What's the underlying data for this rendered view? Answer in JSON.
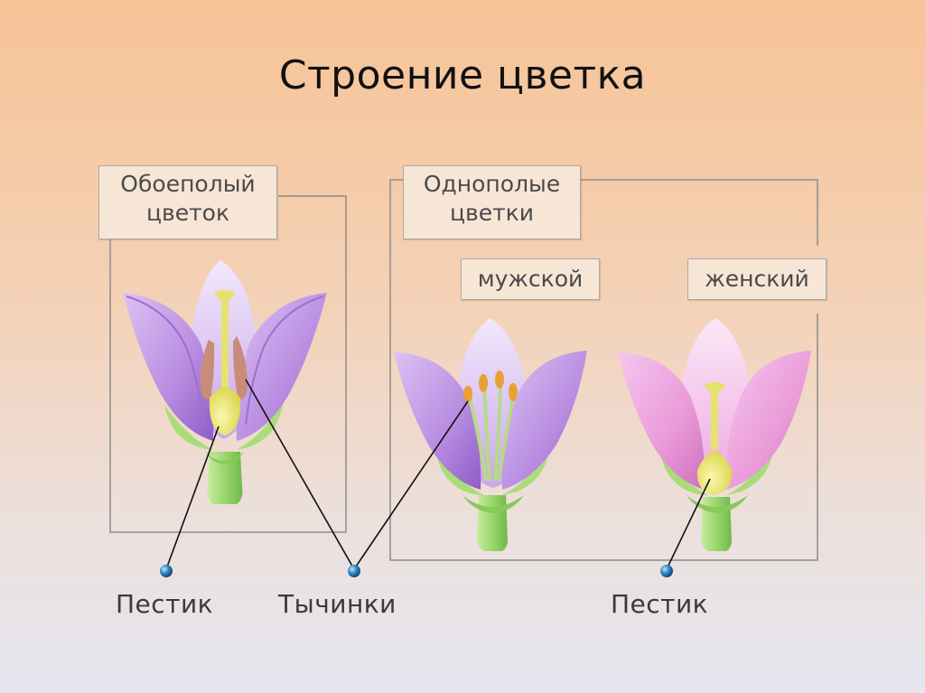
{
  "title": "Строение цветка",
  "groups": {
    "bisexual": {
      "label_line1": "Обоеполый",
      "label_line2": "цветок"
    },
    "unisexual": {
      "label_line1": "Однополые",
      "label_line2": "цветки"
    },
    "male": {
      "label": "мужской"
    },
    "female": {
      "label": "женский"
    }
  },
  "parts": {
    "pistil_left": "Пестик",
    "stamens": "Тычинки",
    "pistil_right": "Пестик"
  },
  "colors": {
    "petal_violet": "#b88be0",
    "petal_pink": "#e99ad8",
    "pistil": "#e8e56a",
    "stem": "#9bd66d",
    "anther": "#e7a233",
    "marker": "#2f86c6"
  }
}
